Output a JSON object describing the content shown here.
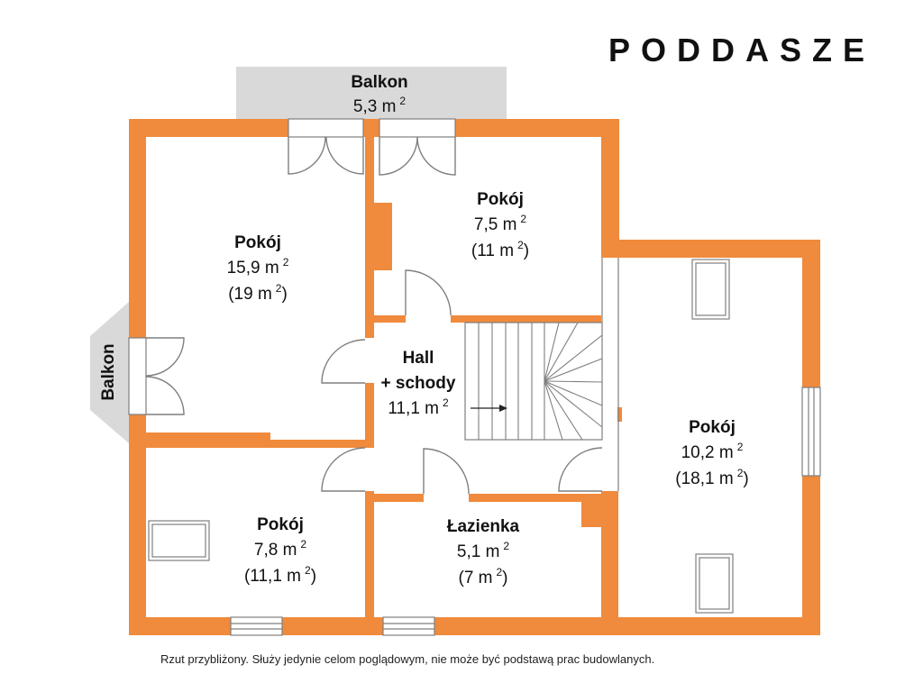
{
  "title": "PODDASZE",
  "colors": {
    "wall": "#F08A3C",
    "balcony": "#D9D9D9",
    "line": "#7F7F7F"
  },
  "rooms": {
    "balcony_top": {
      "name": "Balkon",
      "area": "5,3 m",
      "area_sup": "2"
    },
    "balcony_left": {
      "name": "Balkon"
    },
    "room_top_left": {
      "name": "Pokój",
      "area": "15,9 m",
      "area_sup": "2",
      "total_open": "(19 m",
      "total_sup": "2",
      "total_close": ")"
    },
    "room_top_middle": {
      "name": "Pokój",
      "area": "7,5 m",
      "area_sup": "2",
      "total_open": "(11 m",
      "total_sup": "2",
      "total_close": ")"
    },
    "hall": {
      "name": "Hall",
      "subtitle": "+ schody",
      "area": "11,1 m",
      "area_sup": "2"
    },
    "room_right": {
      "name": "Pokój",
      "area": "10,2 m",
      "area_sup": "2",
      "total_open": "(18,1 m",
      "total_sup": "2",
      "total_close": ")"
    },
    "room_bottom_left": {
      "name": "Pokój",
      "area": "7,8 m",
      "area_sup": "2",
      "total_open": "(11,1 m",
      "total_sup": "2",
      "total_close": ")"
    },
    "bathroom": {
      "name": "Łazienka",
      "area": "5,1 m",
      "area_sup": "2",
      "total_open": "(7 m",
      "total_sup": "2",
      "total_close": ")"
    }
  },
  "footer": "Rzut przybliżony. Służy jedynie celom poglądowym, nie może być podstawą prac budowlanych."
}
